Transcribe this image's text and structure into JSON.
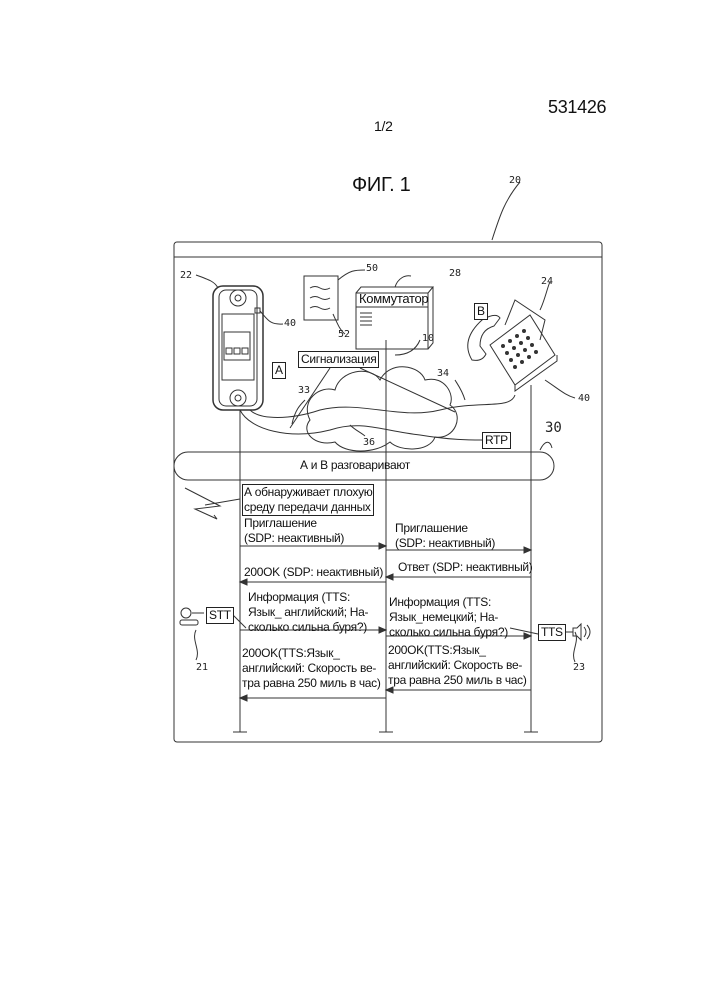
{
  "header": {
    "patent_number": "531426",
    "sheet": "1/2",
    "figure_title": "ФИГ. 1"
  },
  "refs": {
    "r20": "20",
    "r22": "22",
    "r40a": "40",
    "r50": "50",
    "r52": "52",
    "r28": "28",
    "r10": "10",
    "r24": "24",
    "r40b": "40",
    "r33": "33",
    "r34": "34",
    "r36": "36",
    "r30": "30",
    "r21": "21",
    "r23": "23"
  },
  "labels": {
    "switch": "Коммутатор",
    "signaling": "Сигнализация",
    "party_a": "А",
    "party_b": "В",
    "rtp": "RTP",
    "talking": "А и В разговаривают",
    "stt": "STT",
    "tts": "TTS"
  },
  "messages": {
    "detect": [
      "А обнаруживает плохую",
      "среду передачи данных"
    ],
    "invite_left": [
      "Приглашение",
      "(SDP: неактивный)"
    ],
    "invite_right": [
      "Приглашение",
      "(SDP: неактивный)"
    ],
    "ok_left": "200OK (SDP: неактивный)",
    "answer_right": "Ответ (SDP: неактивный)",
    "info_left": [
      "Информация (TTS:",
      "Язык_ английский; На-",
      "сколько сильна буря?)"
    ],
    "info_right": [
      "Информация (TTS:",
      "Язык_немецкий; На-",
      "сколько сильна буря?)"
    ],
    "ok2_left": [
      "200OK(TTS:Язык_",
      "английский: Скорость ве-",
      "тра равна 250 миль в час)"
    ],
    "ok2_right": [
      "200OK(TTS:Язык_",
      "английский: Скорость ве-",
      "тра равна 250 миль в час)"
    ]
  }
}
